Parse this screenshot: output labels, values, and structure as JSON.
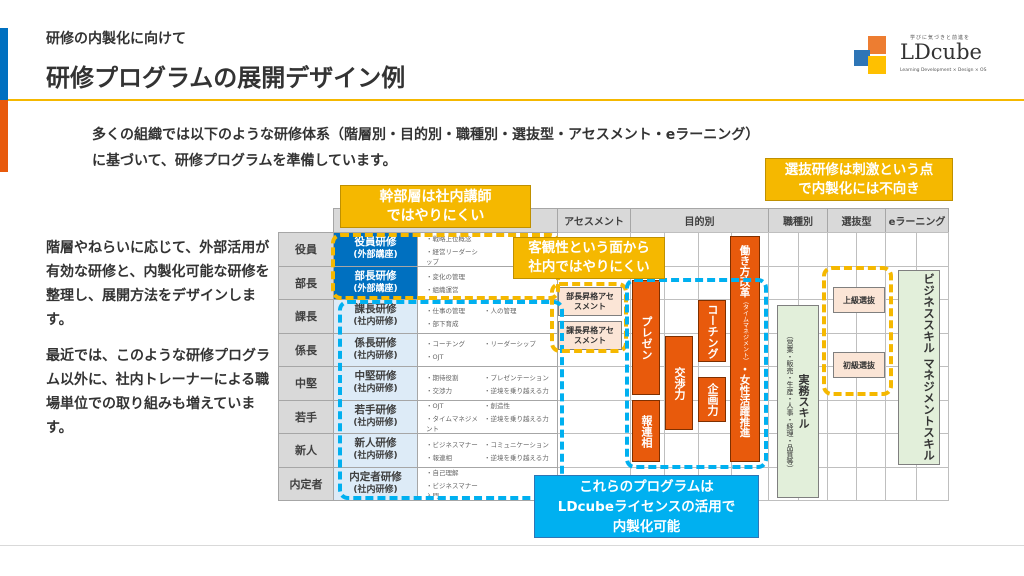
{
  "header": {
    "subtitle": "研修の内製化に向けて",
    "title": "研修プログラムの展開デザイン例"
  },
  "logo": {
    "tagline": "学びに気づきと前進を",
    "name": "LDcube",
    "sub": "Learning Development × Design × OS"
  },
  "intro": [
    "多くの組織では以下のような研修体系（階層別・目的別・職種別・選抜型・アセスメント・eラーニング）",
    "に基づいて、研修プログラムを準備しています。"
  ],
  "left_text": {
    "p1": "階層やねらいに応じて、外部活用が有効な研修と、内製化可能な研修を整理し、展開方法をデザインします。",
    "p2": "最近では、このような研修プログラム以外に、社内トレーナーによる職場単位での取り組みも増えています。"
  },
  "table": {
    "headers": {
      "assessment": "アセスメント",
      "purpose": "目的別",
      "job": "職種別",
      "selection": "選抜型",
      "elearning": "eラーニング"
    },
    "rows": [
      {
        "rank": "役員",
        "course": "役員研修",
        "type": "(外部講座)",
        "items": [
          "・戦略上位概念",
          "",
          "・経営リーダーシップ",
          ""
        ]
      },
      {
        "rank": "部長",
        "course": "部長研修",
        "type": "(外部講座)",
        "items": [
          "・変化の管理",
          "",
          "・組織運営",
          ""
        ]
      },
      {
        "rank": "課長",
        "course": "課長研修",
        "type": "(社内研修)",
        "items": [
          "・仕事の管理",
          "・人の管理",
          "・部下育成",
          ""
        ]
      },
      {
        "rank": "係長",
        "course": "係長研修",
        "type": "(社内研修)",
        "items": [
          "・コーチング",
          "・リーダーシップ",
          "・OJT",
          ""
        ]
      },
      {
        "rank": "中堅",
        "course": "中堅研修",
        "type": "(社内研修)",
        "items": [
          "・期待役割",
          "・プレゼンテーション",
          "・交渉力",
          "・逆境を乗り越える力"
        ]
      },
      {
        "rank": "若手",
        "course": "若手研修",
        "type": "(社内研修)",
        "items": [
          "・OJT",
          "・創造性",
          "・タイムマネジメント",
          "・逆境を乗り越える力"
        ]
      },
      {
        "rank": "新人",
        "course": "新人研修",
        "type": "(社内研修)",
        "items": [
          "・ビジネスマナー",
          "・コミュニケーション",
          "・報連相",
          "・逆境を乗り越える力"
        ]
      },
      {
        "rank": "内定者",
        "course": "内定者研修",
        "type": "(社内研修)",
        "items": [
          "・自己理解",
          "",
          "・ビジネスマナー入門",
          ""
        ]
      }
    ],
    "assessments": [
      "部長昇格アセスメント",
      "課長昇格アセスメント"
    ],
    "purpose": {
      "present": "プレゼン",
      "hourensou": "報連相",
      "negotiation": "交渉力",
      "coaching": "コーチング",
      "planning": "企画力",
      "workstyle": "働き方改革",
      "workstyle_sub": "（タイムマネジメント）",
      "workstyle_tail": "・女性活躍推進"
    },
    "job": {
      "main": "実務スキル",
      "sub": "（営業・販売・生産・人事・経理・品質等）"
    },
    "selection": [
      "上級選抜",
      "初級選抜"
    ],
    "elearning": "ビジネススキル マネジメントスキル"
  },
  "callouts": {
    "exec": [
      "幹部層は社内講師",
      "ではやりにくい"
    ],
    "objective": [
      "客観性という面から",
      "社内ではやりにくい"
    ],
    "selection": [
      "選抜研修は刺激という点",
      "で内製化には不向き"
    ],
    "license": [
      "これらのプログラムは",
      "LDcubeライセンスの活用で",
      "内製化可能"
    ]
  },
  "colors": {
    "accent": "#f5b800",
    "blue": "#0070c0",
    "sky": "#00b0f0",
    "orange": "#e85a0c"
  }
}
